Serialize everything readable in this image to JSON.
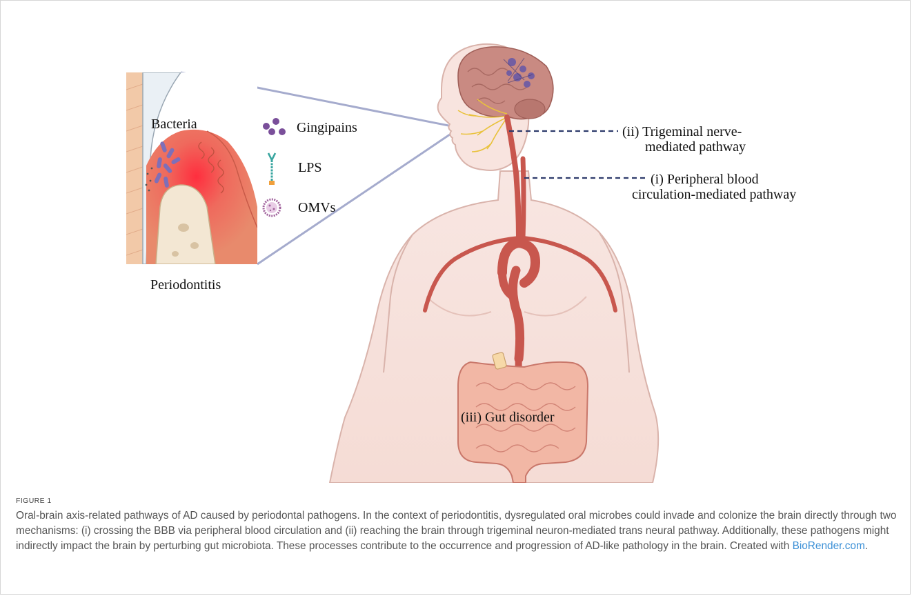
{
  "figure": {
    "labels": {
      "bacteria": "Bacteria",
      "gingipains": "Gingipains",
      "lps": "LPS",
      "omvs": "OMVs",
      "periodontitis": "Periodontitis",
      "trigeminal_line1": "(ii) Trigeminal nerve-",
      "trigeminal_line2": "mediated pathway",
      "peripheral_line1": "(i) Peripheral blood",
      "peripheral_line2": "circulation-mediated pathway",
      "gut": "(iii) Gut disorder"
    },
    "colors": {
      "skin": "#f8e4df",
      "skin_outline": "#d9b3ab",
      "artery": "#c8574e",
      "brain": "#c98a82",
      "gum": "#e07a5f",
      "tooth": "#f3e7d3",
      "bone_strip": "#f2c9a8",
      "bacteria": "#7e6fb8",
      "protein_purple": "#7a4f9a",
      "lps_teal": "#3aa6a0",
      "nerve": "#e9c23c",
      "intestine": "#f2b7a5",
      "dashed_line": "#2d3a6b",
      "zoom_line": "#8790bd"
    },
    "icons": [
      "gingipains-icon",
      "lps-icon",
      "omvs-icon",
      "brain-icon",
      "heart-icon",
      "intestine-icon"
    ]
  },
  "caption": {
    "figure_number": "FIGURE 1",
    "text": "Oral-brain axis-related pathways of AD caused by periodontal pathogens. In the context of periodontitis, dysregulated oral microbes could invade and colonize the brain directly through two mechanisms: (i) crossing the BBB via peripheral blood circulation and (ii) reaching the brain through trigeminal neuron-mediated trans neural pathway. Additionally, these pathogens might indirectly impact the brain by perturbing gut microbiota. These processes contribute to the occurrence and progression of AD-like pathology in the brain. Created with",
    "link": "BioRender.com",
    "end": "."
  }
}
